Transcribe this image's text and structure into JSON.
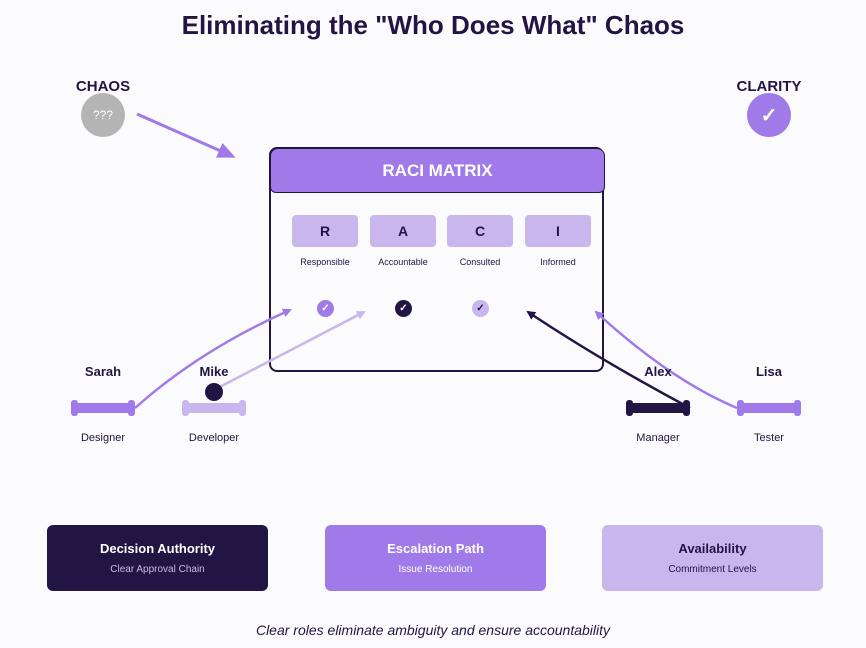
{
  "title": "Eliminating the \"Who Does What\" Chaos",
  "chaos": {
    "label": "CHAOS",
    "icon_text": "???"
  },
  "clarity": {
    "label": "CLARITY",
    "icon_text": "✓"
  },
  "matrix": {
    "title": "RACI MATRIX",
    "columns": [
      {
        "letter": "R",
        "label": "Responsible"
      },
      {
        "letter": "A",
        "label": "Accountable"
      },
      {
        "letter": "C",
        "label": "Consulted"
      },
      {
        "letter": "I",
        "label": "Informed"
      }
    ],
    "check_glyph": "✓"
  },
  "people": [
    {
      "name": "Sarah",
      "role": "Designer",
      "color": "#a07ae8"
    },
    {
      "name": "Mike",
      "role": "Developer",
      "color": "#c8b6ec"
    },
    {
      "name": "Alex",
      "role": "Manager",
      "color": "#231543"
    },
    {
      "name": "Lisa",
      "role": "Tester",
      "color": "#a07ae8"
    }
  ],
  "cards": [
    {
      "title": "Decision Authority",
      "subtitle": "Clear Approval Chain",
      "bg": "#231543",
      "title_color": "#ffffff",
      "sub_color": "#c8b6ec"
    },
    {
      "title": "Escalation Path",
      "subtitle": "Issue Resolution",
      "bg": "#a07ae8",
      "title_color": "#ffffff",
      "sub_color": "#ffffff"
    },
    {
      "title": "Availability",
      "subtitle": "Commitment Levels",
      "bg": "#c8b6ec",
      "title_color": "#231543",
      "sub_color": "#231543"
    }
  ],
  "footer": "Clear roles eliminate ambiguity and ensure accountability",
  "colors": {
    "dark": "#231543",
    "purple": "#a07ae8",
    "light": "#c8b6ec",
    "gray": "#b4b4b4"
  }
}
